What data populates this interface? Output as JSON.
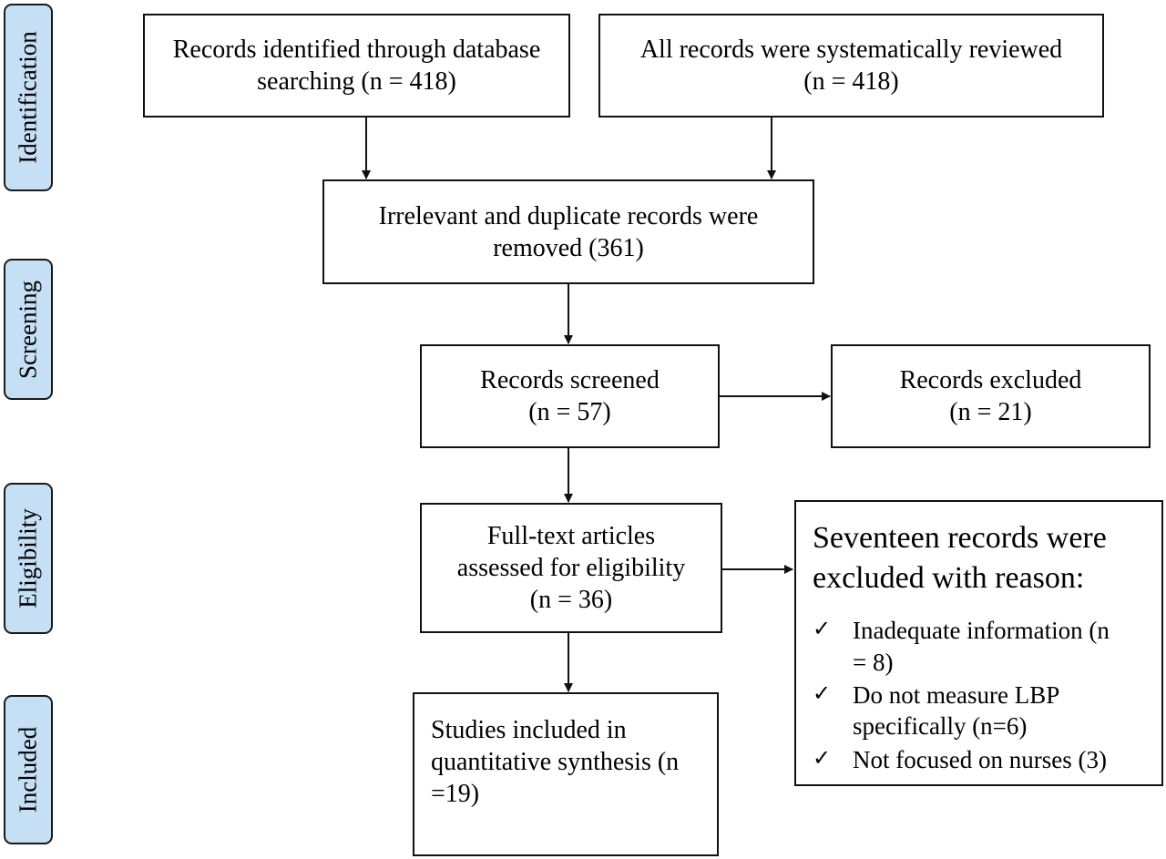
{
  "phases": [
    {
      "id": "identification",
      "label": "Identification"
    },
    {
      "id": "screening",
      "label": "Screening"
    },
    {
      "id": "eligibility",
      "label": "Eligibility"
    },
    {
      "id": "included",
      "label": "Included"
    }
  ],
  "boxes": {
    "database_search": {
      "lines": [
        "Records identified through database",
        "searching (n = 418)"
      ]
    },
    "systematic_review": {
      "lines": [
        "All records were systematically reviewed",
        "(n = 418)"
      ]
    },
    "duplicates_removed": {
      "lines": [
        "Irrelevant and duplicate records were",
        "removed (361)"
      ]
    },
    "records_screened": {
      "lines": [
        "Records screened",
        "(n = 57)"
      ]
    },
    "records_excluded": {
      "lines": [
        "Records excluded",
        "(n = 21)"
      ]
    },
    "full_text": {
      "lines": [
        "Full-text articles",
        "assessed for eligibility",
        "(n = 36)"
      ]
    },
    "included_studies": {
      "lines": [
        "Studies included in",
        "quantitative synthesis (n",
        "=19)"
      ]
    }
  },
  "exclusion_reasons": {
    "heading_lines": [
      "Seventeen records were",
      "excluded with reason:"
    ],
    "check_symbol": "✓",
    "items": [
      {
        "lines": [
          "Inadequate information (n",
          "= 8)"
        ]
      },
      {
        "lines": [
          "Do not measure LBP",
          "specifically (n=6)"
        ]
      },
      {
        "lines": [
          "Not focused on nurses (3)"
        ]
      }
    ]
  },
  "colors": {
    "phase_fill": "#c5dff5",
    "stroke": "#111111"
  }
}
